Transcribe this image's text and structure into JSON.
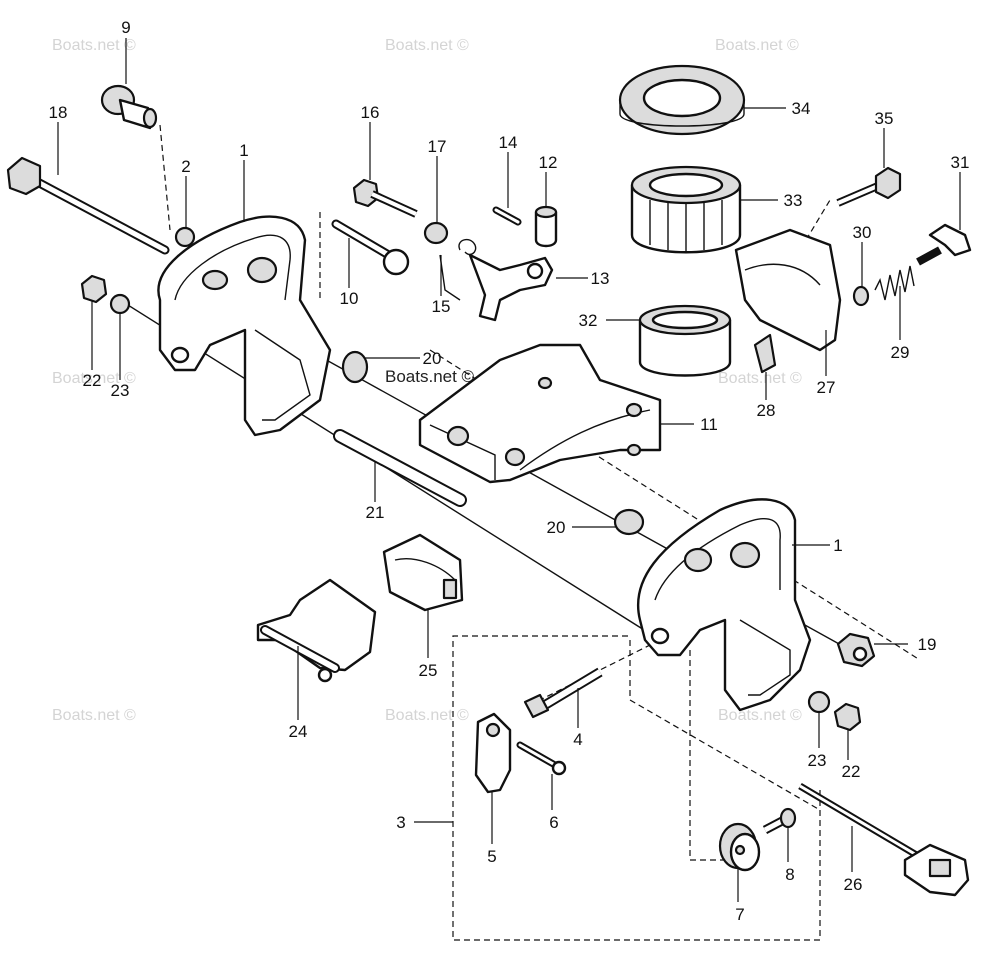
{
  "watermark": "Boats.net ©",
  "callouts": [
    {
      "id": "c9",
      "text": "9"
    },
    {
      "id": "c18",
      "text": "18"
    },
    {
      "id": "c2",
      "text": "2"
    },
    {
      "id": "c1a",
      "text": "1"
    },
    {
      "id": "c16",
      "text": "16"
    },
    {
      "id": "c17",
      "text": "17"
    },
    {
      "id": "c14",
      "text": "14"
    },
    {
      "id": "c12",
      "text": "12"
    },
    {
      "id": "c13",
      "text": "13"
    },
    {
      "id": "c15",
      "text": "15"
    },
    {
      "id": "c10",
      "text": "10"
    },
    {
      "id": "c22a",
      "text": "22"
    },
    {
      "id": "c23a",
      "text": "23"
    },
    {
      "id": "c20a",
      "text": "20"
    },
    {
      "id": "c34",
      "text": "34"
    },
    {
      "id": "c33",
      "text": "33"
    },
    {
      "id": "c35",
      "text": "35"
    },
    {
      "id": "c31",
      "text": "31"
    },
    {
      "id": "c30",
      "text": "30"
    },
    {
      "id": "c29",
      "text": "29"
    },
    {
      "id": "c32",
      "text": "32"
    },
    {
      "id": "c27",
      "text": "27"
    },
    {
      "id": "c28",
      "text": "28"
    },
    {
      "id": "c11",
      "text": "11"
    },
    {
      "id": "c21",
      "text": "21"
    },
    {
      "id": "c20b",
      "text": "20"
    },
    {
      "id": "c1b",
      "text": "1"
    },
    {
      "id": "c19",
      "text": "19"
    },
    {
      "id": "c24",
      "text": "24"
    },
    {
      "id": "c25",
      "text": "25"
    },
    {
      "id": "c4",
      "text": "4"
    },
    {
      "id": "c23b",
      "text": "23"
    },
    {
      "id": "c22b",
      "text": "22"
    },
    {
      "id": "c3",
      "text": "3"
    },
    {
      "id": "c6",
      "text": "6"
    },
    {
      "id": "c5",
      "text": "5"
    },
    {
      "id": "c8",
      "text": "8"
    },
    {
      "id": "c7",
      "text": "7"
    },
    {
      "id": "c26",
      "text": "26"
    }
  ]
}
